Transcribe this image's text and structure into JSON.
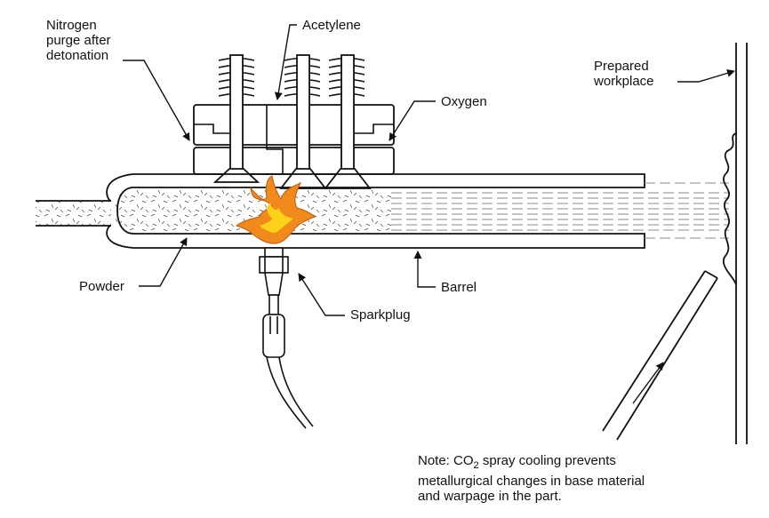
{
  "labels": {
    "nitrogen": "Nitrogen\npurge after\ndetonation",
    "acetylene": "Acetylene",
    "oxygen": "Oxygen",
    "workplace": "Prepared\nworkplace",
    "powder": "Powder",
    "barrel": "Barrel",
    "sparkplug": "Sparkplug"
  },
  "note": {
    "line1_prefix": "Note: CO",
    "line1_sub": "2",
    "line1_suffix": " spray cooling prevents",
    "line2": "metallurgical changes in base material",
    "line3": "and warpage in the part."
  },
  "colors": {
    "line": "#111111",
    "flame_outer": "#f08a1c",
    "flame_inner": "#ffd21a"
  }
}
